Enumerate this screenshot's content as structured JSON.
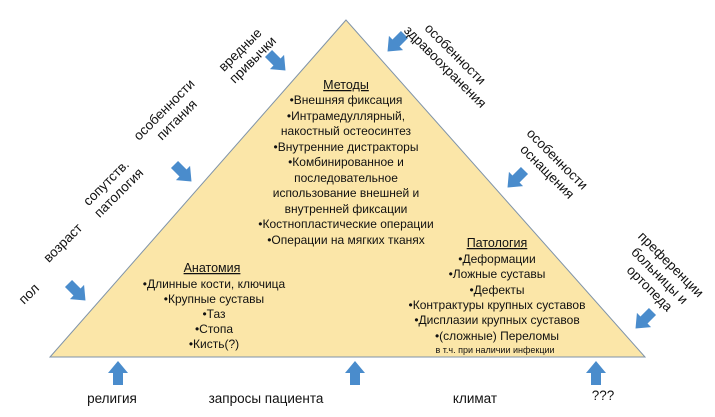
{
  "colors": {
    "triangle_fill": "#fbe6a8",
    "triangle_stroke": "#7f93a8",
    "arrow": "#4a8ccc"
  },
  "left_factors": {
    "sex": "пол",
    "age": "возраст",
    "comorbidity": [
      "сопутств.",
      "патология"
    ],
    "nutrition": [
      "особенности",
      "питания"
    ],
    "habits": [
      "вредные",
      "привычки"
    ]
  },
  "right_factors": {
    "healthcare": [
      "особенности",
      "здравоохранения"
    ],
    "equipment": [
      "особенности",
      "оснащения"
    ],
    "preferences": [
      "преференции",
      "больницы и",
      "ортопеда"
    ]
  },
  "bottom_factors": {
    "religion": "религия",
    "patient_requests": "запросы пациента",
    "climate": "климат",
    "unknown": "???"
  },
  "methods": {
    "title": "Методы",
    "lines": [
      "•Внешняя фиксация",
      "•Интрамедуллярный,",
      "накостный остеосинтез",
      "•Внутренние дистракторы",
      "•Комбинированное и",
      "последовательное",
      "использование внешней и",
      "внутренней фиксации",
      "•Костнопластические операции",
      "•Операции на мягких тканях"
    ]
  },
  "anatomy": {
    "title": "Анатомия",
    "lines": [
      "•Длинные кости, ключица",
      "•Крупные суставы",
      "•Таз",
      "•Стопа",
      "•Кисть(?)"
    ]
  },
  "pathology": {
    "title": "Патология",
    "lines": [
      "•Деформации",
      "•Ложные суставы",
      "•Дефекты",
      "•Контрактуры крупных суставов",
      "•Дисплазии крупных суставов",
      "•(сложные) Переломы"
    ],
    "note": "в т.ч. при наличии инфекции"
  }
}
